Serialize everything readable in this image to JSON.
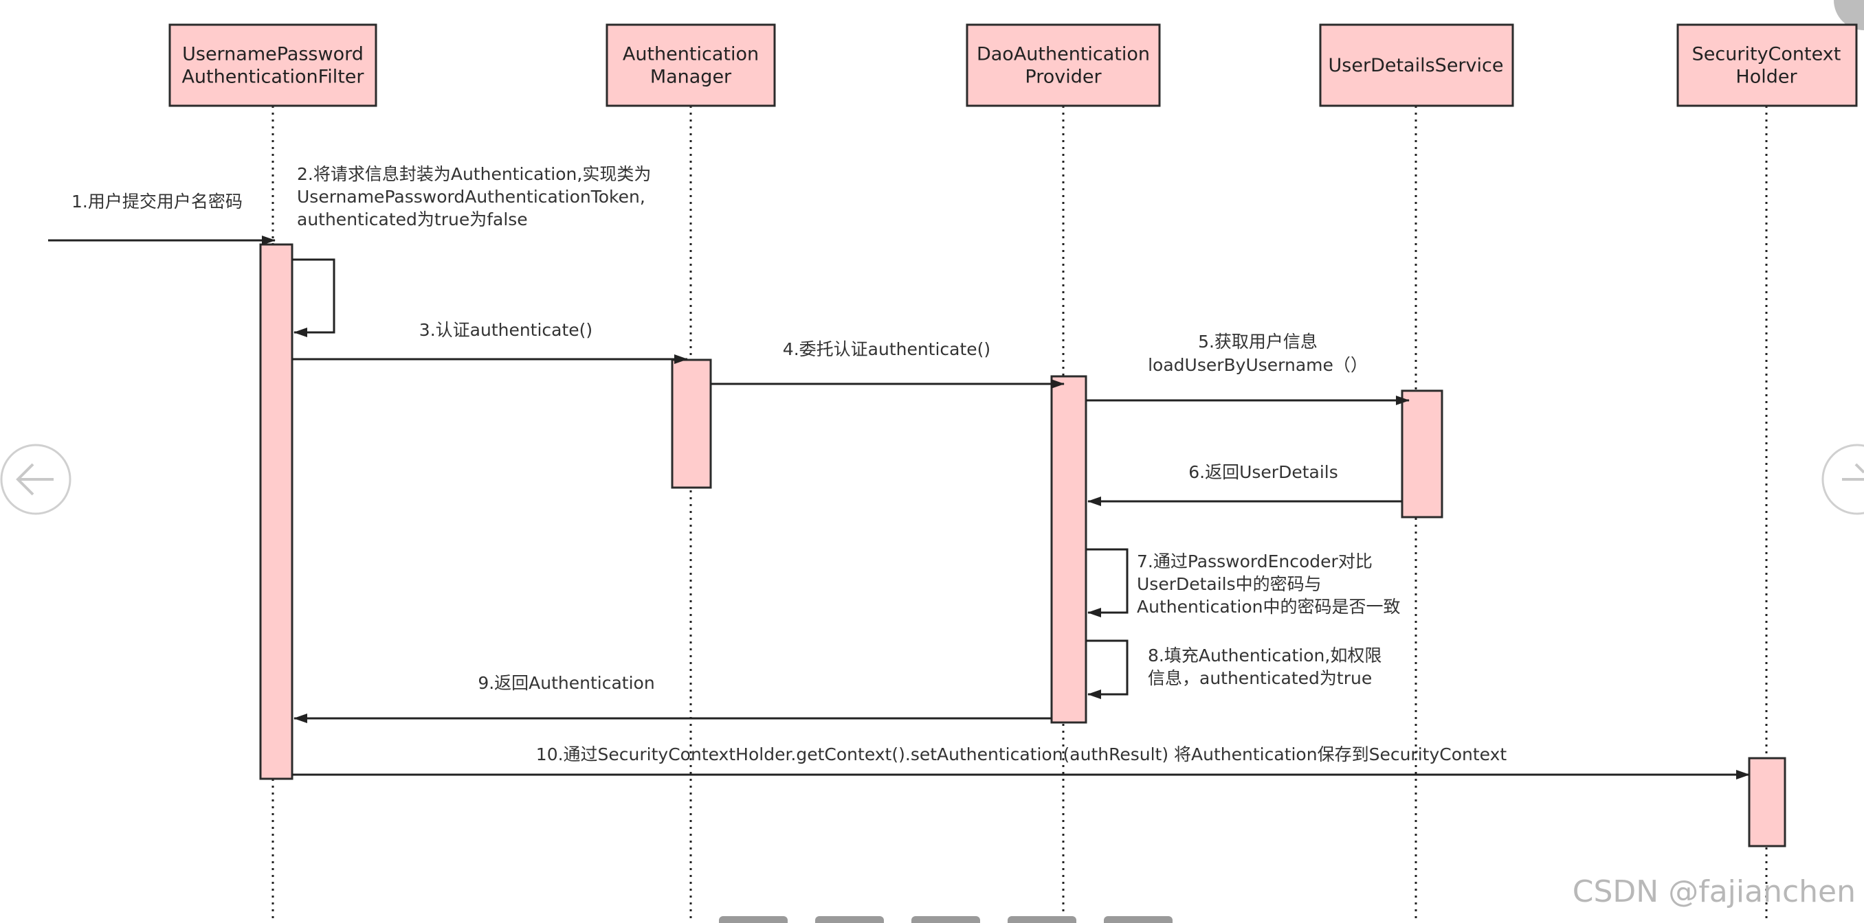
{
  "colors": {
    "box_fill": "#ffcccc",
    "box_stroke": "#2b2b2b",
    "line": "#222222",
    "text": "#333333",
    "nav_border": "#d0d0d0",
    "watermark": "#b8b8b8"
  },
  "actors": [
    {
      "id": "filter",
      "lines": [
        "UsernamePassword",
        "AuthenticationFilter"
      ]
    },
    {
      "id": "manager",
      "lines": [
        "Authentication",
        "Manager"
      ]
    },
    {
      "id": "provider",
      "lines": [
        "DaoAuthentication",
        "Provider"
      ]
    },
    {
      "id": "uds",
      "lines": [
        "UserDetailsService"
      ]
    },
    {
      "id": "holder",
      "lines": [
        "SecurityContext",
        "Holder"
      ]
    }
  ],
  "messages": [
    {
      "id": "m1",
      "lines": [
        "1.用户提交用户名密码"
      ]
    },
    {
      "id": "m2",
      "lines": [
        "2.将请求信息封装为Authentication,实现类为",
        "UsernamePasswordAuthenticationToken,",
        "authenticated为true为false"
      ]
    },
    {
      "id": "m3",
      "lines": [
        "3.认证authenticate()"
      ]
    },
    {
      "id": "m4",
      "lines": [
        "4.委托认证authenticate()"
      ]
    },
    {
      "id": "m5",
      "lines": [
        "5.获取用户信息",
        "loadUserByUsername（）"
      ]
    },
    {
      "id": "m6",
      "lines": [
        "6.返回UserDetails"
      ]
    },
    {
      "id": "m7",
      "lines": [
        "7.通过PasswordEncoder对比",
        "UserDetails中的密码与",
        "Authentication中的密码是否一致"
      ]
    },
    {
      "id": "m8",
      "lines": [
        "8.填充Authentication,如权限",
        "信息，authenticated为true"
      ]
    },
    {
      "id": "m9",
      "lines": [
        "9.返回Authentication"
      ]
    },
    {
      "id": "m10",
      "lines": [
        "10.通过SecurityContextHolder.getContext().setAuthentication(authResult) 将Authentication保存到SecurityContext"
      ]
    }
  ],
  "watermark": "CSDN @fajianchen",
  "nav": {
    "prev_icon": "arrow-left-icon",
    "next_icon": "arrow-right-icon"
  }
}
